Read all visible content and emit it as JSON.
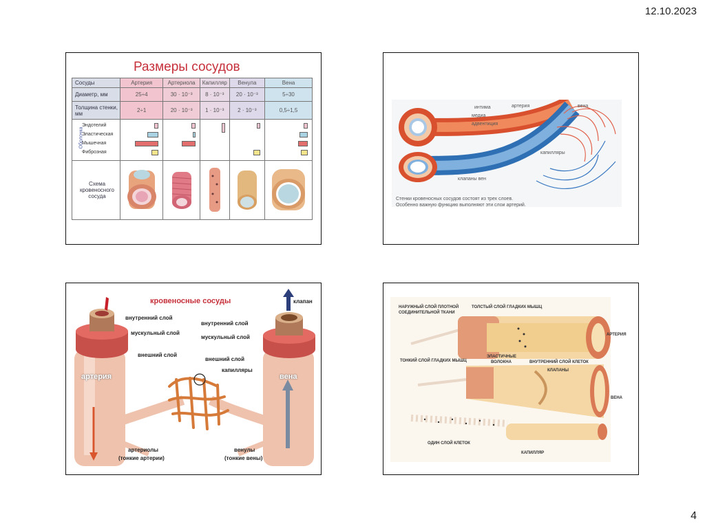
{
  "header": {
    "date": "12.10.2023"
  },
  "footer": {
    "page_number": "4"
  },
  "slide1": {
    "title": "Размеры сосудов",
    "headers": [
      "Сосуды",
      "Артерия",
      "Артериола",
      "Капилляр",
      "Венула",
      "Вена"
    ],
    "diameter_label": "Диаметр, мм",
    "diameter": [
      "25÷4",
      "30 · 10⁻³",
      "8 · 10⁻³",
      "20 · 10⁻³",
      "5÷30"
    ],
    "thickness_label": "Толщина стенки, мм",
    "thickness": [
      "2÷1",
      "20 · 10⁻³",
      "1 · 10⁻³",
      "2 · 10⁻³",
      "0,5÷1,5"
    ],
    "layers_group": "Оболочка",
    "layers": [
      "Эндотелий",
      "Эластическая",
      "Мышечная",
      "Фиброзная"
    ],
    "scheme_label": "Схема кровеносного сосуда"
  },
  "slide2": {
    "labels": {
      "intima": "интима",
      "media": "медиа",
      "adventitia": "адвентиция",
      "artery": "артерия",
      "vein": "вена",
      "capillaries": "капилляры",
      "valves": "клапаны вен"
    },
    "caption_line1": "Стенки кровеносных сосудов состоят из трех слоев.",
    "caption_line2": "Особенно важную функцию выполняют эти слои артерий."
  },
  "slide3": {
    "title": "кровеносные сосуды",
    "inner_left": "внутренний слой",
    "muscle_left": "мускульный слой",
    "outer_left": "внешний слой",
    "artery": "артерия",
    "valve": "клапан",
    "inner_right": "внутренний слой",
    "muscle_right": "мускульный слой",
    "outer_right": "внешний слой",
    "capillaries": "капилляры",
    "vein": "вена",
    "arterioles": "артериолы",
    "arterioles_sub": "(тонкие артерии)",
    "venules": "венулы",
    "venules_sub": "(тонкие вены)"
  },
  "slide4": {
    "outer_layer_1": "НАРУЖНЫЙ СЛОЙ ПЛОТНОЙ",
    "outer_layer_2": "СОЕДИНИТЕЛЬНОЙ ТКАНИ",
    "thick_muscle": "ТОЛСТЫЙ СЛОЙ ГЛАДКИХ МЫШЦ",
    "artery": "АРТЕРИЯ",
    "thin_muscle": "ТОНКИЙ СЛОЙ ГЛАДКИХ МЫШЦ",
    "elastic_1": "ЭЛАСТИЧНЫЕ",
    "elastic_2": "ВОЛОКНА",
    "inner_cells": "ВНУТРЕННИЙ СЛОЙ КЛЕТОК",
    "valves": "КЛАПАНЫ",
    "vein": "ВЕНА",
    "one_layer": "ОДИН СЛОЙ КЛЕТОК",
    "capillary": "КАПИЛЛЯР"
  }
}
